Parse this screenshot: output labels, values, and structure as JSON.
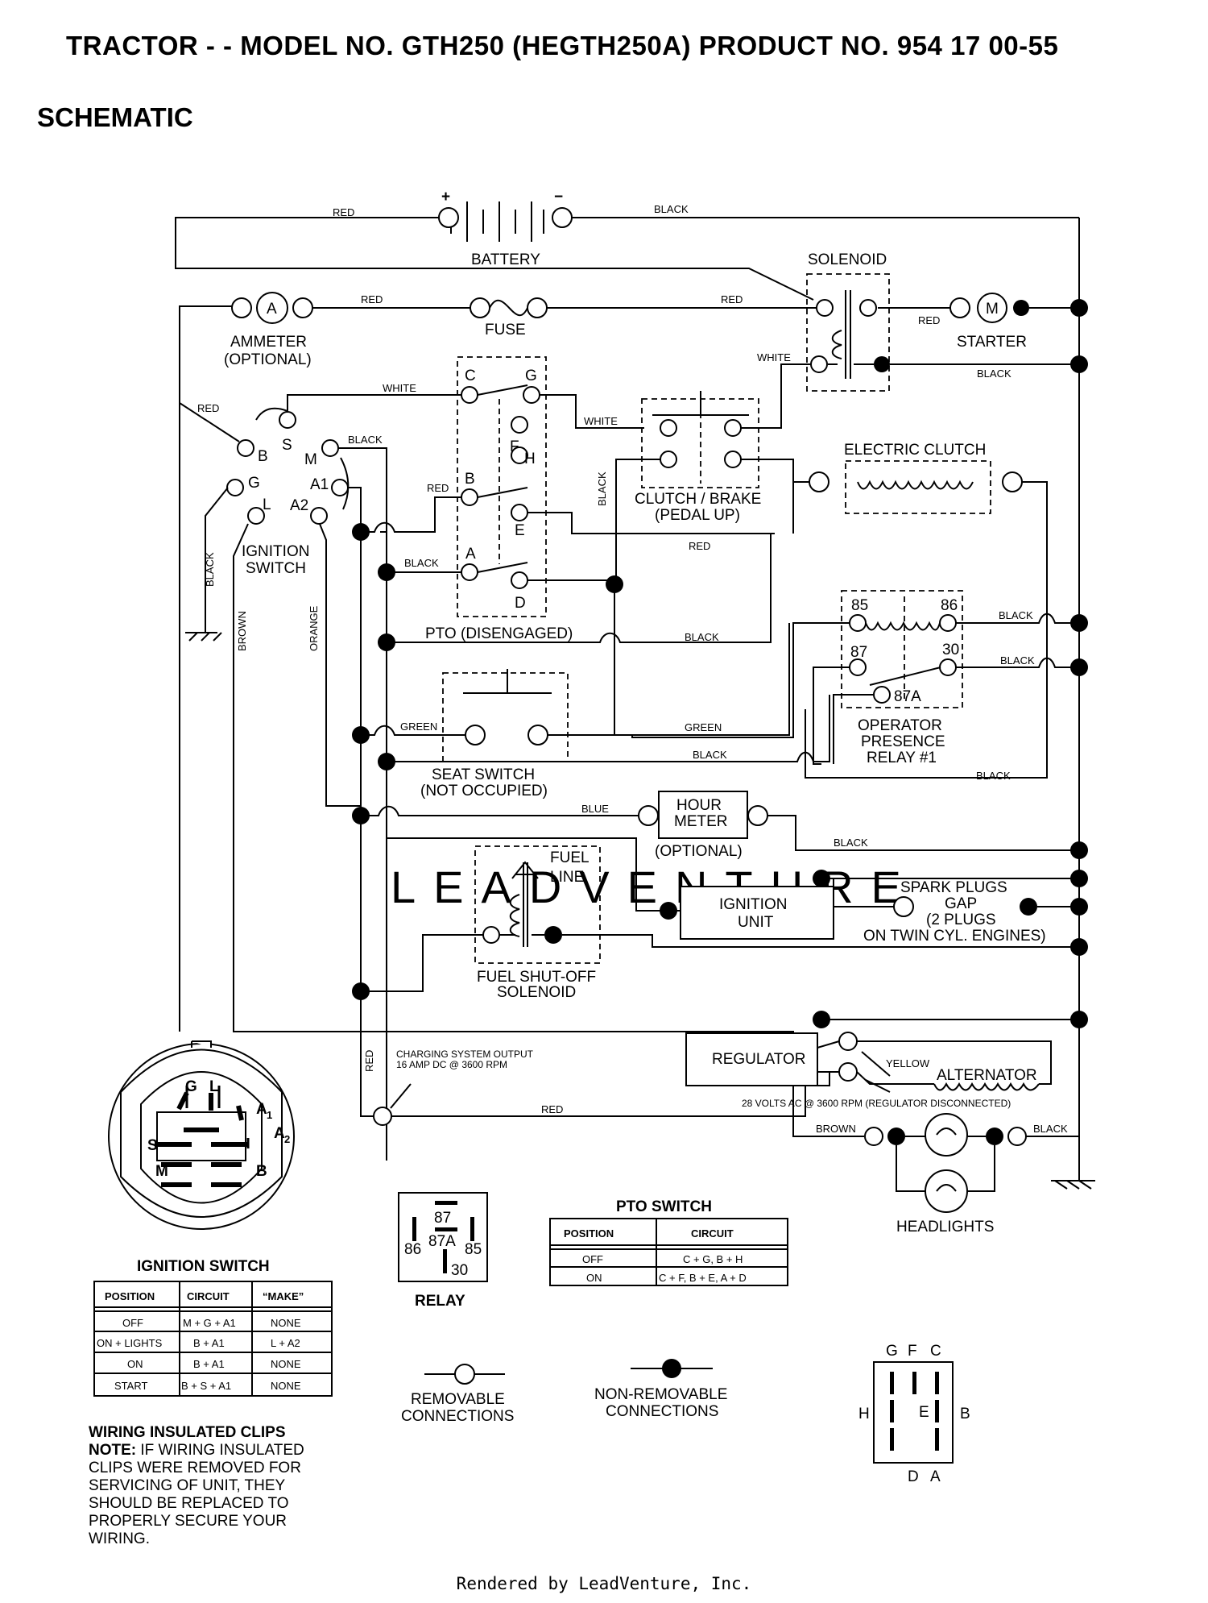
{
  "page": {
    "title": "TRACTOR - - MODEL NO. GTH250 (HEGTH250A) PRODUCT NO. 954 17 00-55",
    "section": "SCHEMATIC",
    "footer": "Rendered by LeadVenture, Inc.",
    "watermark": "LEADVENTURE"
  },
  "components": {
    "battery": "BATTERY",
    "battery_plus": "+",
    "battery_minus": "−",
    "solenoid": "SOLENOID",
    "ammeter": "AMMETER",
    "ammeter_note": "(OPTIONAL)",
    "ammeter_symbol": "A",
    "fuse": "FUSE",
    "starter": "STARTER",
    "starter_symbol": "M",
    "electric_clutch": "ELECTRIC CLUTCH",
    "clutch_brake": "CLUTCH / BRAKE",
    "clutch_brake_note": "(PEDAL UP)",
    "ignition_switch": "IGNITION",
    "ignition_switch_2": "SWITCH",
    "pto": "PTO (DISENGAGED)",
    "seat_switch": "SEAT SWITCH",
    "seat_switch_note": "(NOT OCCUPIED)",
    "operator_relay_1": "OPERATOR",
    "operator_relay_2": "PRESENCE",
    "operator_relay_3": "RELAY #1",
    "hour_meter_1": "HOUR",
    "hour_meter_2": "METER",
    "hour_meter_note": "(OPTIONAL)",
    "fuel_1": "FUEL",
    "fuel_2": "LINE",
    "fuel_solenoid_1": "FUEL SHUT-OFF",
    "fuel_solenoid_2": "SOLENOID",
    "ignition_unit_1": "IGNITION",
    "ignition_unit_2": "UNIT",
    "spark_1": "SPARK PLUGS",
    "spark_2": "GAP",
    "spark_3": "(2 PLUGS",
    "spark_4": "ON TWIN CYL. ENGINES)",
    "regulator": "REGULATOR",
    "alternator": "ALTERNATOR",
    "alternator_note": "28 VOLTS AC @ 3600 RPM (REGULATOR DISCONNECTED)",
    "charging_1": "CHARGING SYSTEM OUTPUT",
    "charging_2": "16 AMP DC @ 3600 RPM",
    "headlights": "HEADLIGHTS"
  },
  "terminals": {
    "ign": {
      "B": "B",
      "S": "S",
      "M": "M",
      "G": "G",
      "L": "L",
      "A1": "A1",
      "A2": "A2"
    },
    "pto": {
      "C": "C",
      "G": "G",
      "F": "F",
      "H": "H",
      "B": "B",
      "E": "E",
      "A": "A",
      "D": "D"
    },
    "relay": {
      "t85": "85",
      "t86": "86",
      "t87": "87",
      "t30": "30",
      "t87a": "87A"
    }
  },
  "wires": {
    "red": "RED",
    "black": "BLACK",
    "white": "WHITE",
    "green": "GREEN",
    "blue": "BLUE",
    "brown": "BROWN",
    "orange": "ORANGE",
    "yellow": "YELLOW"
  },
  "ignition_table": {
    "title": "IGNITION SWITCH",
    "headers": [
      "POSITION",
      "CIRCUIT",
      "“MAKE”"
    ],
    "rows": [
      [
        "OFF",
        "M + G + A1",
        "NONE"
      ],
      [
        "ON + LIGHTS",
        "B + A1",
        "L + A2"
      ],
      [
        "ON",
        "B + A1",
        "NONE"
      ],
      [
        "START",
        "B + S + A1",
        "NONE"
      ]
    ]
  },
  "ign_face": {
    "G": "G",
    "L": "L",
    "A1": "A",
    "A1s": "1",
    "A2": "A",
    "A2s": "2",
    "S": "S",
    "M": "M",
    "B": "B"
  },
  "relay_legend": {
    "title": "RELAY",
    "t87": "87",
    "t87a": "87A",
    "t86": "86",
    "t85": "85",
    "t30": "30"
  },
  "pto_table": {
    "title": "PTO SWITCH",
    "headers": [
      "POSITION",
      "CIRCUIT"
    ],
    "rows": [
      [
        "OFF",
        "C + G, B + H"
      ],
      [
        "ON",
        "C + F, B + E, A + D"
      ]
    ]
  },
  "legend": {
    "removable_1": "REMOVABLE",
    "removable_2": "CONNECTIONS",
    "nonremovable_1": "NON-REMOVABLE",
    "nonremovable_2": "CONNECTIONS"
  },
  "pto_pinout": {
    "G": "G",
    "F": "F",
    "C": "C",
    "H": "H",
    "E": "E",
    "B": "B",
    "D": "D",
    "A": "A"
  },
  "note": {
    "title": "WIRING INSULATED CLIPS",
    "label": "NOTE:",
    "line1": " IF WIRING INSULATED",
    "line2": "CLIPS WERE REMOVED FOR",
    "line3": "SERVICING OF UNIT, THEY",
    "line4": "SHOULD BE REPLACED TO",
    "line5": "PROPERLY SECURE YOUR",
    "line6": "WIRING."
  }
}
